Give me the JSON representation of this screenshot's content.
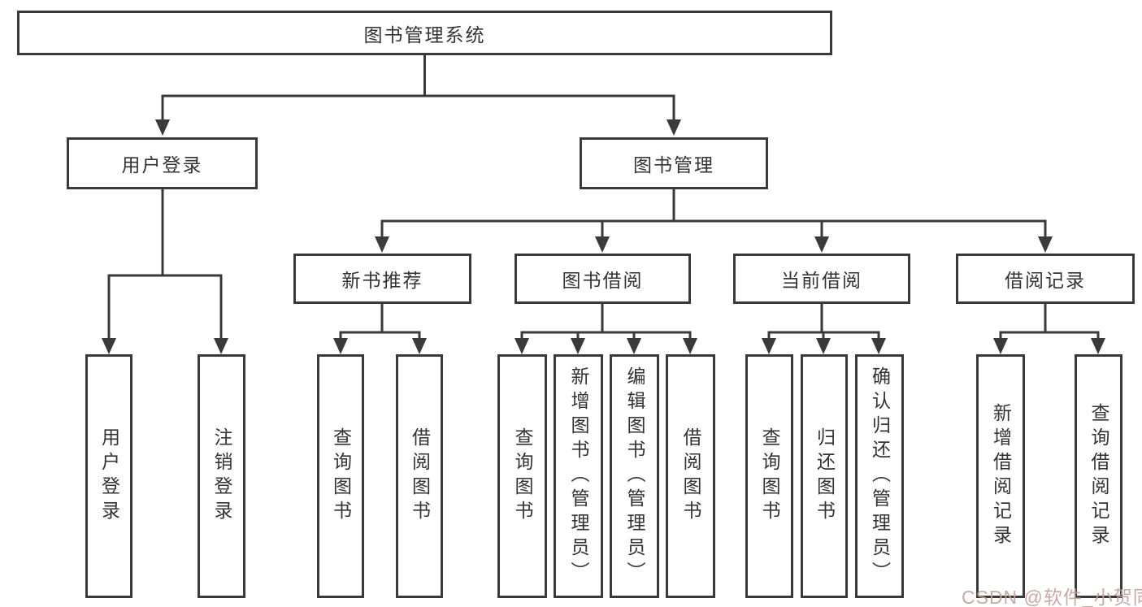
{
  "diagram": {
    "type": "tree-structure-chart",
    "tree": {
      "label": "图书管理系统",
      "children": [
        {
          "label": "用户登录",
          "children": [
            {
              "label": "用户登录"
            },
            {
              "label": "注销登录"
            }
          ]
        },
        {
          "label": "图书管理",
          "children": [
            {
              "label": "新书推荐",
              "children": [
                {
                  "label": "查询图书"
                },
                {
                  "label": "借阅图书"
                }
              ]
            },
            {
              "label": "图书借阅",
              "children": [
                {
                  "label": "查询图书"
                },
                {
                  "label": "新增图书（管理员）"
                },
                {
                  "label": "编辑图书（管理员）"
                },
                {
                  "label": "借阅图书"
                }
              ]
            },
            {
              "label": "当前借阅",
              "children": [
                {
                  "label": "查询图书"
                },
                {
                  "label": "归还图书"
                },
                {
                  "label": "确认归还（管理员）"
                }
              ]
            },
            {
              "label": "借阅记录",
              "children": [
                {
                  "label": "新增借阅记录"
                },
                {
                  "label": "查询借阅记录"
                }
              ]
            }
          ]
        }
      ]
    },
    "colors": {
      "line": "#3a3a3a",
      "border": "#3a3a3a",
      "text": "#333333",
      "background": "#ffffff"
    }
  },
  "watermark": {
    "text": "CSDN @软件_小贺同学",
    "color": "#c2a09c"
  }
}
